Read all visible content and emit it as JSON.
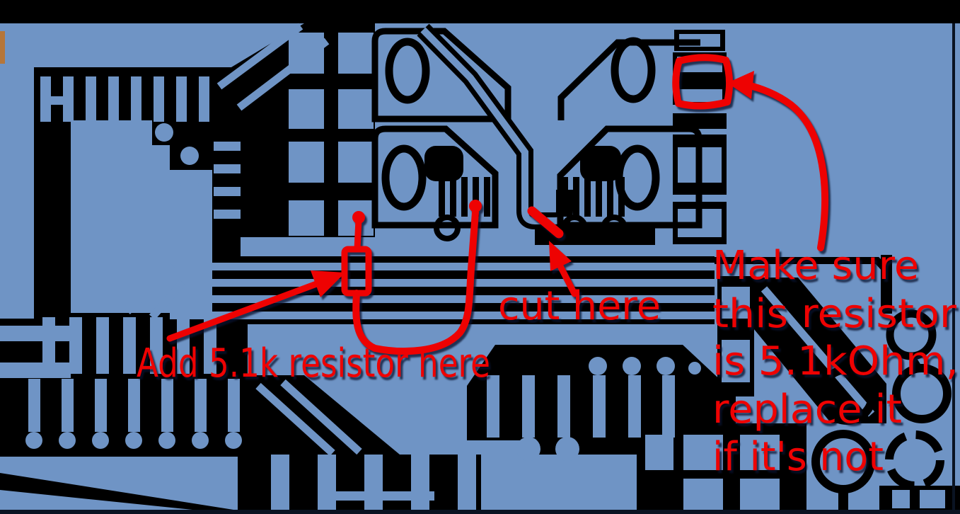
{
  "board": {
    "view": "pcb-copper-layer",
    "colors": {
      "copper_blue": "#6F94C5",
      "trace_black": "#000000",
      "annotation_red": "#EE0202",
      "window_edge_dark": "#0A1322",
      "side_tab_orange": "#B5763A"
    }
  },
  "annotations": {
    "add_resistor": {
      "label": "Add 5.1k resistor here"
    },
    "cut": {
      "label": "cut here"
    },
    "verify": {
      "lines": [
        "Make sure",
        "this resistor",
        "is 5.1kOhm,",
        "replace it",
        "if it's not"
      ]
    }
  }
}
